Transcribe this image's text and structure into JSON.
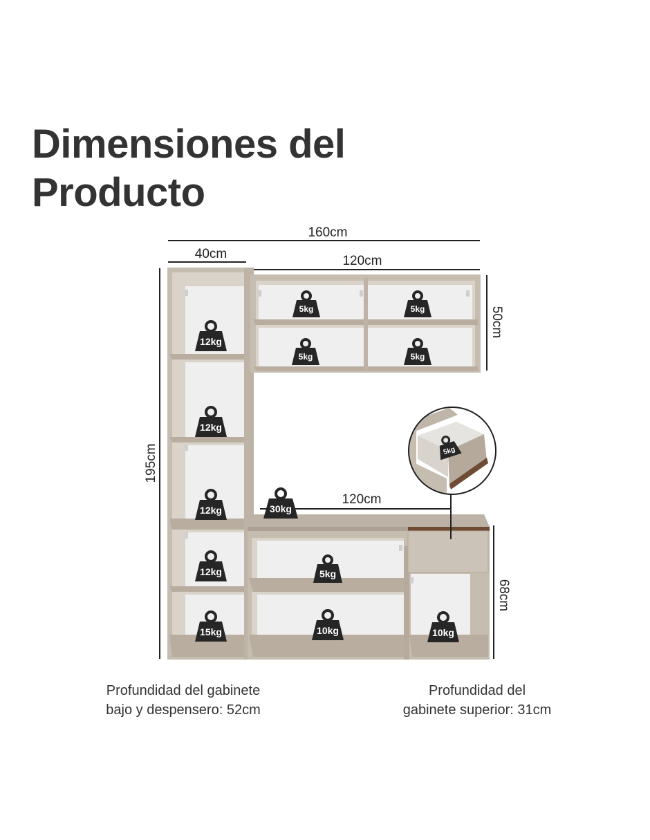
{
  "title": {
    "line1": "Dimensiones del",
    "line2": "Producto"
  },
  "dimensions": {
    "total_width": "160cm",
    "pantry_width": "40cm",
    "upper_width": "120cm",
    "upper_height": "50cm",
    "total_height": "195cm",
    "counter_width": "120cm",
    "lower_height": "68cm"
  },
  "weights": {
    "pantry_shelf_1": "12kg",
    "pantry_shelf_2": "12kg",
    "pantry_shelf_3": "12kg",
    "pantry_shelf_4": "12kg",
    "pantry_bottom": "15kg",
    "upper_top_left": "5kg",
    "upper_top_right": "5kg",
    "upper_bottom_left": "5kg",
    "upper_bottom_right": "5kg",
    "countertop": "30kg",
    "lower_shelf": "5kg",
    "lower_bottom": "10kg",
    "side_bottom": "10kg",
    "drawer": "5kg"
  },
  "notes": {
    "lower_depth_line1": "Profundidad del gabinete",
    "lower_depth_line2": "bajo y despensero: 52cm",
    "upper_depth_line1": "Profundidad del",
    "upper_depth_line2": "gabinete superior: 31cm"
  },
  "colors": {
    "cabinet_frame": "#c6bdb1",
    "cabinet_shelf": "#b8ad9f",
    "cabinet_interior": "#efefef",
    "drawer_front": "#cbc3b8",
    "walnut_accent": "#6e4b33",
    "weight_icon": "#262626",
    "dimension_line": "#222222"
  }
}
